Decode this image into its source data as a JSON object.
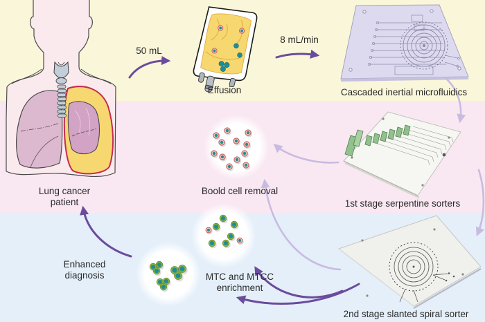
{
  "figure": {
    "steps": {
      "patient": {
        "label_line1": "Lung cancer",
        "label_line2": "patient"
      },
      "effusion": {
        "label": "Effusion",
        "volume": "50 mL"
      },
      "cascaded": {
        "label": "Cascaded inertial microfluidics",
        "flow_rate": "8 mL/min"
      },
      "serpentine": {
        "label": "1st stage serpentine sorters"
      },
      "spiral": {
        "label": "2nd stage slanted spiral sorter"
      },
      "blood_removal": {
        "label": "Boold cell removal"
      },
      "mtc": {
        "label_line1": "MTC and MTCC",
        "label_line2": "enrichment"
      },
      "diagnosis": {
        "label_line1": "Enhanced",
        "label_line2": "diagnosis"
      }
    },
    "colors": {
      "band_top": "#FAF6D9",
      "band_middle": "#F9E8F2",
      "band_bottom": "#E4EFF9",
      "arrow_dark": "#6B4C9C",
      "arrow_light": "#C9BBE0",
      "effusion_fluid": "#F7D76F",
      "effusion_outline": "#C42B50",
      "lung_pink": "#DCB9CF",
      "collapsed_lung": "#D2A3C4",
      "skin": "#FAE9ED",
      "trachea_gray": "#C3CEDA",
      "device_lavender": "#DDDAF0",
      "device_green": "#92C18E",
      "tumor_cell_teal": "#1F8D99",
      "tumor_cell_rim": "#8FB53F",
      "blood_cell_rim": "#C0625C",
      "blood_cell_fill": "#EFC6BF"
    }
  }
}
